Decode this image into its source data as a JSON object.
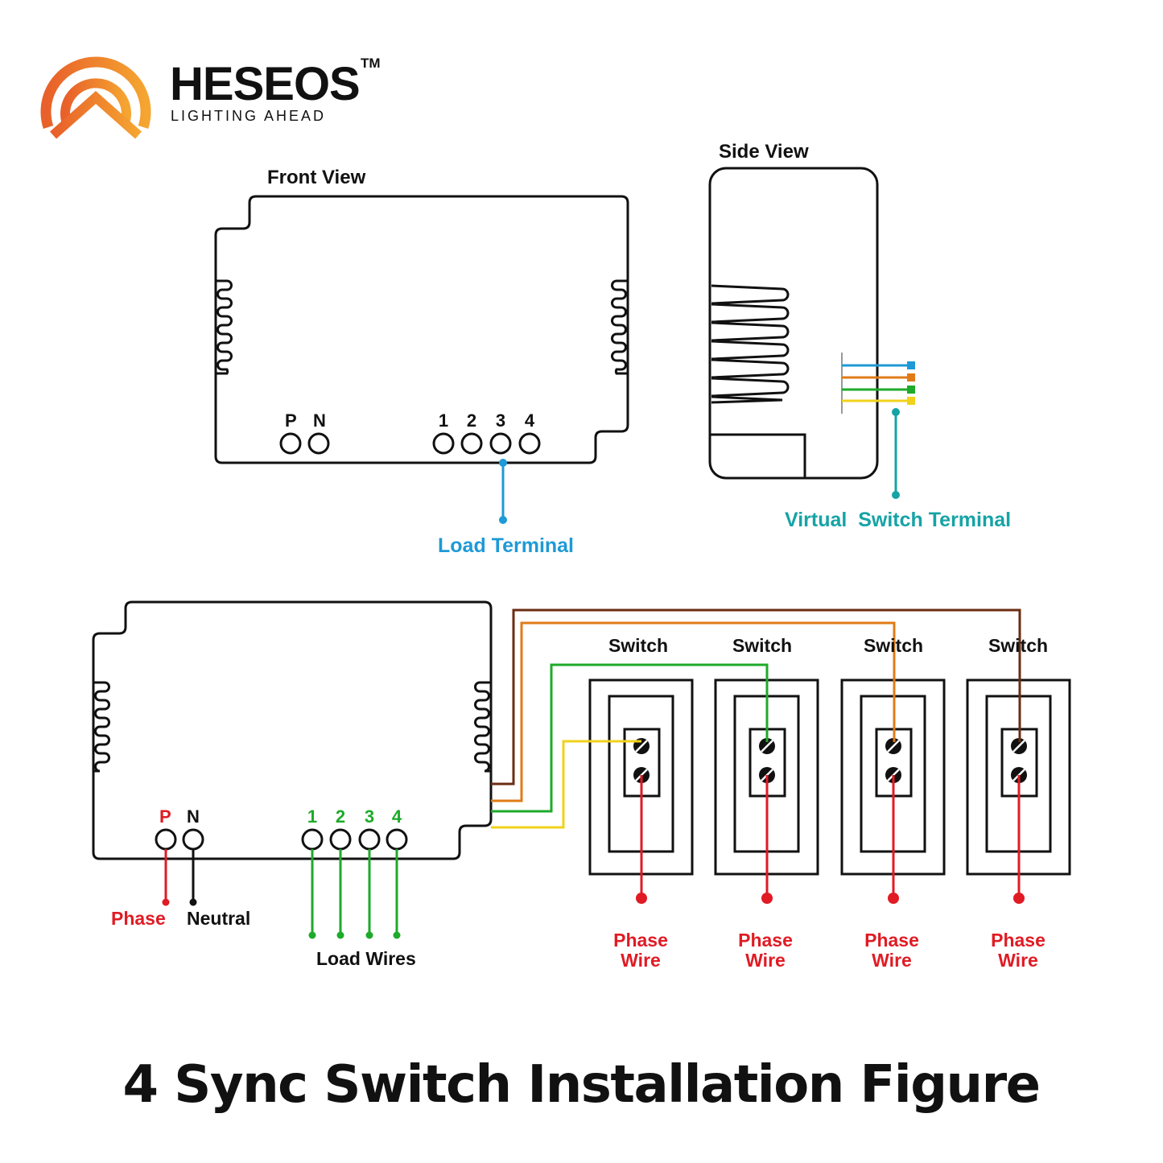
{
  "brand": {
    "name": "HESEOS",
    "trademark": "TM",
    "tagline": "LIGHTING AHEAD"
  },
  "front_view": {
    "label": "Front View",
    "p_label": "P",
    "n_label": "N",
    "terminal_numbers": [
      "1",
      "2",
      "3",
      "4"
    ],
    "load_terminal_label": "Load Terminal"
  },
  "side_view": {
    "label": "Side View",
    "virtual_switch_label": "Virtual  Switch Terminal"
  },
  "wiring": {
    "p_label": "P",
    "n_label": "N",
    "terminal_numbers": [
      "1",
      "2",
      "3",
      "4"
    ],
    "phase_label": "Phase",
    "neutral_label": "Neutral",
    "load_wires_label": "Load Wires",
    "switch_labels": [
      "Switch",
      "Switch",
      "Switch",
      "Switch"
    ],
    "phase_wire_line1": [
      "Phase",
      "Phase",
      "Phase",
      "Phase"
    ],
    "phase_wire_line2": [
      "Wire",
      "Wire",
      "Wire",
      "Wire"
    ]
  },
  "figure_title": "4 Sync Switch Installation Figure",
  "colors": {
    "logo_orange": "#e8602a",
    "logo_amber": "#f29a2e",
    "load_blue": "#1e9ad6",
    "teal": "#16a3a6",
    "red": "#e01b24",
    "green": "#1eaa2a",
    "wire_brown": "#6b2d12",
    "wire_orange": "#e07b17",
    "wire_yellow": "#f0d21c"
  }
}
